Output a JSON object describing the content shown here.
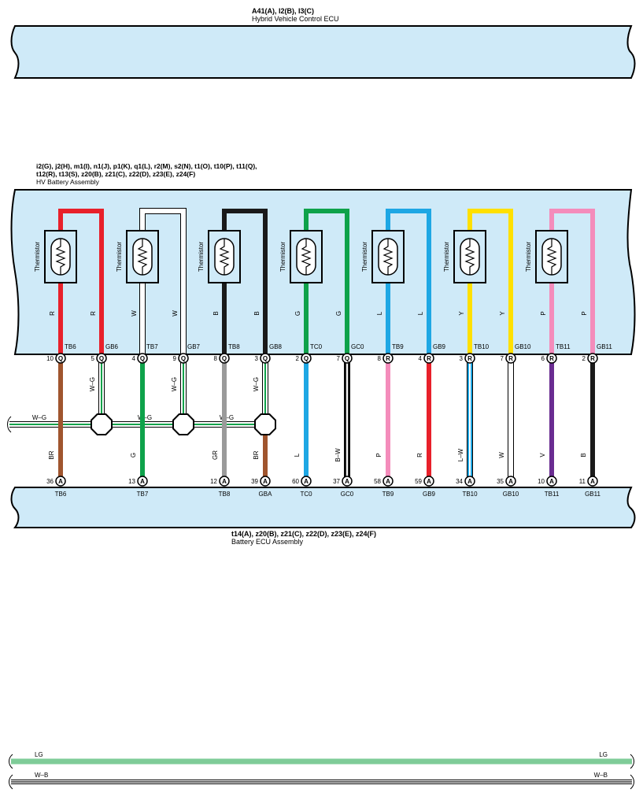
{
  "colors": {
    "box_fill": "#cfeaf8",
    "R": "#e8202a",
    "W": "#ffffff",
    "B": "#1a1a1a",
    "G": "#0ea24a",
    "L": "#1ea7e4",
    "Y": "#ffe000",
    "P": "#f48cbb",
    "BR": "#a0552e",
    "GR": "#9a9a9a",
    "V": "#6a2c91",
    "LG": "#7fcc98",
    "W-G_stripe": "#0ea24a"
  },
  "hv_ecu": {
    "connectors": "A41(A), I2(B), I3(C)",
    "name": "Hybrid Vehicle Control ECU"
  },
  "hv_battery": {
    "connectors_line1": "i2(G), j2(H), m1(I), n1(J), p1(K), q1(L), r2(M), s2(N), t1(O), t10(P), t11(Q),",
    "connectors_line2": "t12(R), t13(S), z20(B), z21(C), z22(D), z23(E), z24(F)",
    "name": "HV Battery Assembly",
    "thermistor_label": "Thermistor",
    "sensors": [
      {
        "wire_color": "R",
        "left_wire": "R",
        "right_wire": "R",
        "left_term": "TB6",
        "right_term": "GB6",
        "left_pin": "10",
        "left_conn": "Q",
        "right_pin": "5",
        "right_conn": "Q"
      },
      {
        "wire_color": "W",
        "left_wire": "W",
        "right_wire": "W",
        "left_term": "TB7",
        "right_term": "GB7",
        "left_pin": "4",
        "left_conn": "Q",
        "right_pin": "9",
        "right_conn": "Q"
      },
      {
        "wire_color": "B",
        "left_wire": "B",
        "right_wire": "B",
        "left_term": "TB8",
        "right_term": "GB8",
        "left_pin": "8",
        "left_conn": "Q",
        "right_pin": "3",
        "right_conn": "Q"
      },
      {
        "wire_color": "G",
        "left_wire": "G",
        "right_wire": "G",
        "left_term": "TC0",
        "right_term": "GC0",
        "left_pin": "2",
        "left_conn": "Q",
        "right_pin": "7",
        "right_conn": "Q"
      },
      {
        "wire_color": "L",
        "left_wire": "L",
        "right_wire": "L",
        "left_term": "TB9",
        "right_term": "GB9",
        "left_pin": "8",
        "left_conn": "R",
        "right_pin": "4",
        "right_conn": "R"
      },
      {
        "wire_color": "Y",
        "left_wire": "Y",
        "right_wire": "Y",
        "left_term": "TB10",
        "right_term": "GB10",
        "left_pin": "3",
        "left_conn": "R",
        "right_pin": "7",
        "right_conn": "R"
      },
      {
        "wire_color": "P",
        "left_wire": "P",
        "right_wire": "P",
        "left_term": "TB11",
        "right_term": "GB11",
        "left_pin": "6",
        "left_conn": "R",
        "right_pin": "2",
        "right_conn": "R"
      }
    ]
  },
  "harness": {
    "shield_label": "W–G",
    "drain_labels": [
      "W–G",
      "W–G",
      "W–G"
    ],
    "shield_branch_labels": [
      "W–G",
      "W–G",
      "W–G"
    ],
    "wires": [
      {
        "label": "BR",
        "color": "BR",
        "bottom_pin": "36",
        "bottom_conn": "A",
        "bottom_term": "TB6"
      },
      {
        "label": "G",
        "color": "G",
        "bottom_pin": "13",
        "bottom_conn": "A",
        "bottom_term": "TB7"
      },
      {
        "label": "GR",
        "color": "GR",
        "bottom_pin": "12",
        "bottom_conn": "A",
        "bottom_term": "TB8"
      },
      {
        "label": "BR",
        "color": "BR",
        "bottom_pin": "39",
        "bottom_conn": "A",
        "bottom_term": "GBA"
      },
      {
        "label": "L",
        "color": "L",
        "bottom_pin": "60",
        "bottom_conn": "A",
        "bottom_term": "TC0"
      },
      {
        "label": "B–W",
        "color": "B-W",
        "bottom_pin": "37",
        "bottom_conn": "A",
        "bottom_term": "GC0"
      },
      {
        "label": "P",
        "color": "P",
        "bottom_pin": "58",
        "bottom_conn": "A",
        "bottom_term": "TB9"
      },
      {
        "label": "R",
        "color": "R",
        "bottom_pin": "59",
        "bottom_conn": "A",
        "bottom_term": "GB9"
      },
      {
        "label": "L–W",
        "color": "L-W",
        "bottom_pin": "34",
        "bottom_conn": "A",
        "bottom_term": "TB10"
      },
      {
        "label": "W",
        "color": "W",
        "bottom_pin": "35",
        "bottom_conn": "A",
        "bottom_term": "GB10"
      },
      {
        "label": "V",
        "color": "V",
        "bottom_pin": "10",
        "bottom_conn": "A",
        "bottom_term": "TB11"
      },
      {
        "label": "B",
        "color": "B",
        "bottom_pin": "11",
        "bottom_conn": "A",
        "bottom_term": "GB11"
      }
    ]
  },
  "battery_ecu": {
    "connectors": "t14(A), z20(B), z21(C), z22(D), z23(E), z24(F)",
    "name": "Battery ECU Assembly"
  },
  "bottom_wires": [
    {
      "label_left": "LG",
      "label_right": "LG",
      "color": "LG"
    },
    {
      "label_left": "W–B",
      "label_right": "W–B",
      "color": "W-B"
    }
  ]
}
